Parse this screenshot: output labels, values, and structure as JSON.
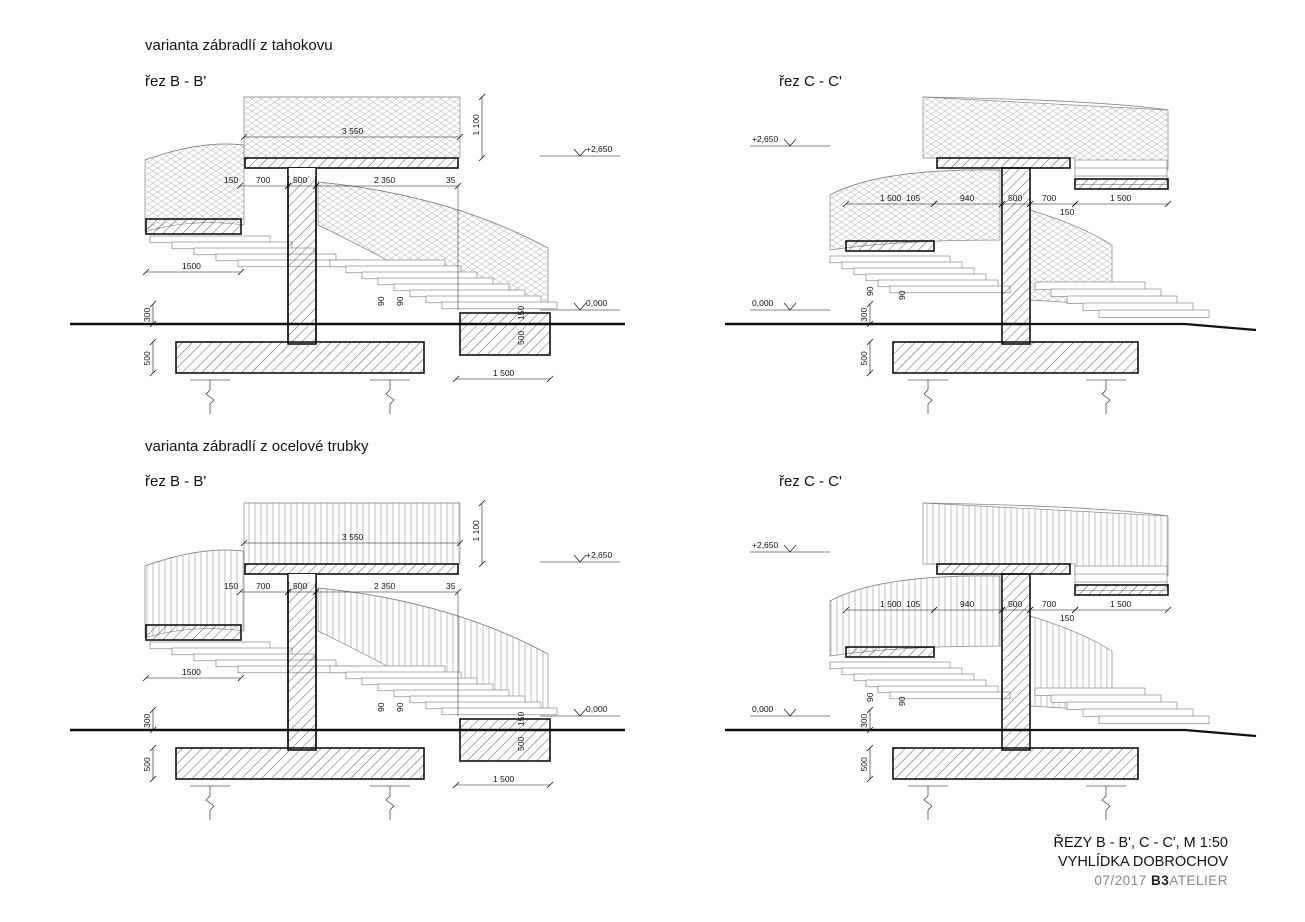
{
  "variants": [
    {
      "title": "varianta zábradlí z tahokovu",
      "railing": "mesh",
      "sections": [
        {
          "label": "řez B - B'",
          "elev_top": "+2,650",
          "elev_zero": "0,000",
          "dims": {
            "deck": "3 550",
            "rail_h": "1 100",
            "d150": "150",
            "d700": "700",
            "d500": "500",
            "d2350": "2 350",
            "d35": "35",
            "d1500": "1500",
            "d90a": "90",
            "d90b": "90",
            "d150v": "150",
            "d500v": "500",
            "d300": "300",
            "d500f": "500",
            "d1500b": "1 500"
          }
        },
        {
          "label": "řez C - C'",
          "elev_top": "+2,650",
          "elev_zero": "0,000",
          "dims": {
            "d1500a": "1 500",
            "d105": "105",
            "d940": "940",
            "d500": "500",
            "d700": "700",
            "d1500b": "1 500",
            "d150": "150",
            "d90a": "90",
            "d90b": "90",
            "d300": "300",
            "d500f": "500"
          }
        }
      ]
    },
    {
      "title": "varianta zábradlí z ocelové trubky",
      "railing": "bars",
      "sections": [
        {
          "label": "řez B - B'",
          "elev_top": "+2,650",
          "elev_zero": "0,000",
          "dims": {
            "deck": "3 550",
            "rail_h": "1 100",
            "d150": "150",
            "d700": "700",
            "d500": "500",
            "d2350": "2 350",
            "d35": "35",
            "d1500": "1500",
            "d90a": "90",
            "d90b": "90",
            "d150v": "150",
            "d500v": "500",
            "d300": "300",
            "d500f": "500",
            "d1500b": "1 500"
          }
        },
        {
          "label": "řez C - C'",
          "elev_top": "+2,650",
          "elev_zero": "0,000",
          "dims": {
            "d1500a": "1 500",
            "d105": "105",
            "d940": "940",
            "d500": "500",
            "d700": "700",
            "d1500b": "1 500",
            "d150": "150",
            "d90a": "90",
            "d90b": "90",
            "d300": "300",
            "d500f": "500"
          }
        }
      ]
    }
  ],
  "title_block": {
    "line1": "ŘEZY B - B', C - C', M 1:50",
    "line2": "VYHLÍDKA DOBROCHOV",
    "date": "07/2017",
    "brand": "B3",
    "brand_rest": "ATELIER"
  }
}
